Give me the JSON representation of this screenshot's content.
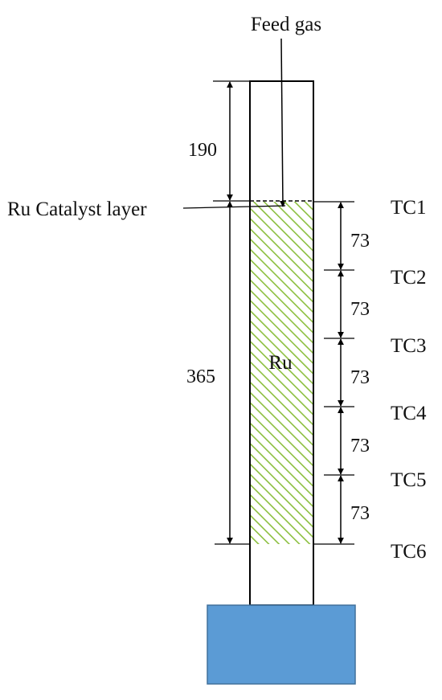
{
  "labels": {
    "feed_gas": "Feed gas",
    "catalyst_layer": "Ru Catalyst  layer",
    "catalyst": "Ru"
  },
  "dimensions": {
    "top_section": "190",
    "catalyst_height": "365",
    "thermocouple_spacing": [
      "73",
      "73",
      "73",
      "73",
      "73"
    ]
  },
  "thermocouples": [
    "TC1",
    "TC2",
    "TC3",
    "TC4",
    "TC5",
    "TC6"
  ],
  "colors": {
    "catalyst_hatch": "#8cbf3f",
    "heater_fill": "#5b9bd5",
    "heater_border": "#41719c",
    "line": "#000000"
  }
}
